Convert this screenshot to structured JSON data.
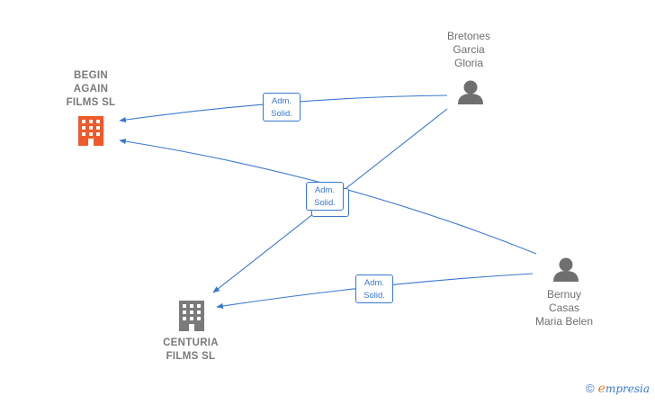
{
  "nodes": {
    "begin_again": {
      "label": "BEGIN\nAGAIN\nFILMS  SL",
      "kind": "company",
      "color": "#f05a2a"
    },
    "centuria": {
      "label": "CENTURIA\nFILMS SL",
      "kind": "company",
      "color": "#7a7a7a"
    },
    "bretones": {
      "label": "Bretones\nGarcia\nGloria",
      "kind": "person",
      "color": "#6f6f6f"
    },
    "bernuy": {
      "label": "Bernuy\nCasas\nMaria Belen",
      "kind": "person",
      "color": "#6f6f6f"
    }
  },
  "edges": [
    {
      "from": "Bretones Garcia Gloria",
      "to": "BEGIN AGAIN FILMS  SL",
      "line1": "Adm.",
      "line2": "Solid."
    },
    {
      "from": "Bernuy Casas Maria Belen",
      "to": "BEGIN AGAIN FILMS  SL",
      "line1": "Adm.",
      "line2": "Solid."
    },
    {
      "from": "Bretones Garcia Gloria",
      "to": "CENTURIA FILMS SL",
      "line1": "Adm.",
      "line2": "Solid."
    },
    {
      "from": "Bernuy Casas Maria Belen",
      "to": "CENTURIA FILMS SL",
      "line1": "Adm.",
      "line2": "Solid."
    }
  ],
  "colors": {
    "edge": "#3a78d0",
    "accent_company": "#f05a2a",
    "company": "#7a7a7a",
    "person": "#6f6f6f"
  },
  "brand": {
    "copyright": "©",
    "e": "e",
    "rest": "mpresia"
  }
}
